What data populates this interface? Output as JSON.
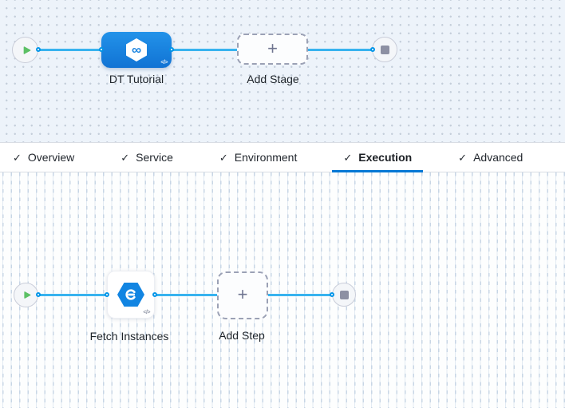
{
  "icons": {
    "check": "✓",
    "plus": "+",
    "code": "</>",
    "infinity": "∞"
  },
  "colors": {
    "accent_blue": "#0278d5",
    "node_blue": "#1a86e2",
    "edge_blue": "#38b3ef",
    "play_green": "#5cc065",
    "stage_canvas_bg": "#edf3fa",
    "exec_canvas_bg": "#fdfefe"
  },
  "stage_graph": {
    "nodes": [
      {
        "type": "start"
      },
      {
        "type": "stage",
        "label": "DT Tutorial"
      },
      {
        "type": "add",
        "label": "Add Stage"
      },
      {
        "type": "end"
      }
    ]
  },
  "tabs": [
    {
      "label": "Overview",
      "completed": true,
      "active": false
    },
    {
      "label": "Service",
      "completed": true,
      "active": false
    },
    {
      "label": "Environment",
      "completed": true,
      "active": false
    },
    {
      "label": "Execution",
      "completed": true,
      "active": true
    },
    {
      "label": "Advanced",
      "completed": true,
      "active": false
    }
  ],
  "execution_graph": {
    "nodes": [
      {
        "type": "start"
      },
      {
        "type": "step",
        "label": "Fetch Instances"
      },
      {
        "type": "add",
        "label": "Add Step"
      },
      {
        "type": "end"
      }
    ]
  }
}
